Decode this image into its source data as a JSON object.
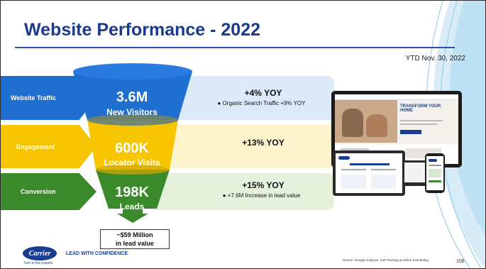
{
  "slide": {
    "title": "Website Performance - 2022",
    "period": "YTD Nov. 30, 2022",
    "page_number": "108",
    "source": "Source: Google Analytics, Call Tracking & Online Scheduling"
  },
  "funnel": [
    {
      "category": "Website Traffic",
      "value": "3.6M",
      "metric": "New Visitors",
      "yoy": "+4% YOY",
      "note": "● Organic Search Traffic +9% YOY",
      "color": "#1f6fd1"
    },
    {
      "category": "Engagement",
      "value": "600K",
      "metric": "Locator Visits",
      "yoy": "+13% YOY",
      "note": "",
      "color": "#f6c500"
    },
    {
      "category": "Conversion",
      "value": "198K",
      "metric": "Leads",
      "yoy": "+15% YOY",
      "note": "● +7.6M Increase in lead value",
      "color": "#3a8a2c"
    }
  ],
  "lead_value": {
    "line1": "~$59 Million",
    "line2": "in lead value"
  },
  "footer": {
    "logo_text": "Carrier",
    "tagline": "Turn to the experts",
    "brand_line": "LEAD WITH CONFIDENCE"
  },
  "mockup": {
    "headline": "TRANSFORM YOUR HOME"
  },
  "colors": {
    "title": "#1a3a8f",
    "blue": "#1f6fd1",
    "yellow": "#f6c500",
    "green": "#3a8a2c"
  }
}
